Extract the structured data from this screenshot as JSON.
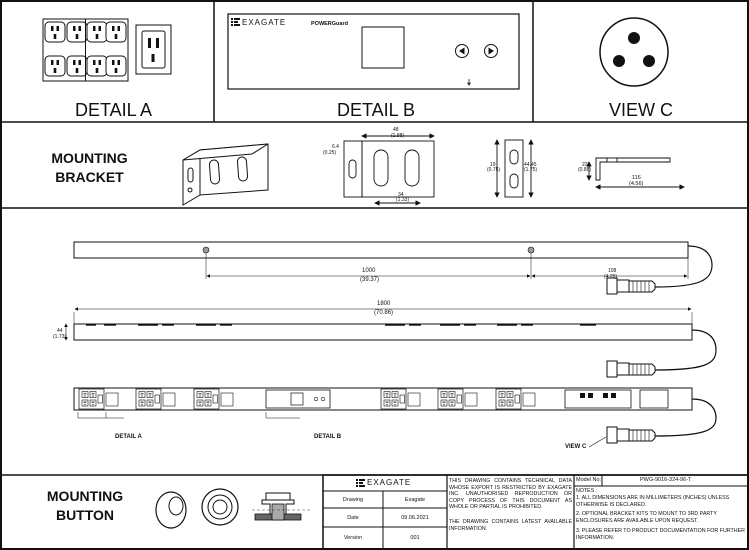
{
  "headers": {
    "detail_a": "DETAIL A",
    "detail_b": "DETAIL B",
    "view_c": "VIEW C",
    "mounting_bracket": "MOUNTING BRACKET",
    "mounting_button": "MOUNTING BUTTON"
  },
  "panel": {
    "brand": "EXAGATE",
    "product": "POWERGuard"
  },
  "bracket_dims": {
    "width": "48",
    "width_in": "(1.88)",
    "hole": "6.4",
    "hole_in": "(0.25)",
    "base": "34",
    "base_in": "(1.33)",
    "height": "19",
    "height_in": "(0.75)",
    "side_h": "44.45",
    "side_h_in": "(1.75)",
    "thick": "22",
    "thick_in": "(0.86)",
    "length": "116",
    "length_in": "(4.56)"
  },
  "pdu_dims": {
    "mount_spacing": "1000",
    "mount_spacing_in": "(39.37)",
    "end_offset": "108",
    "end_offset_in": "(4.25)",
    "overall_length": "1800",
    "overall_length_in": "(70.86)",
    "height": "44",
    "height_in": "(1.73)"
  },
  "callouts": {
    "detail_a": "DETAIL A",
    "detail_b": "DETAIL B",
    "view_c": "VIEW C"
  },
  "title_block": {
    "brand": "EXAGATE",
    "drawing_label": "Drawing",
    "drawing_value": "Exagate",
    "date_label": "Date",
    "date_value": "09.06.2021",
    "version_label": "Version",
    "version_value": "001",
    "model_label": "Model No:",
    "model_value": "PWG-9016-324-96-T",
    "disclaimer": "THIS DRAWING CONTAINS TECHNICAL DATA WHOSE EXPORT IS RESTRICTED BY EXAGATE INC. UNAUTHORISED REPRODUCTION OR COPY PROCESS OF THIS DOCUMENT AS WHOLE OR PARTIAL IS PROHIBITED.",
    "disclaimer2": "THE DRAWING CONTAINS LATEST AVAILABLE INFORMATION.",
    "notes_title": "NOTES :",
    "notes": [
      "1. ALL DIMENSIONS ARE IN MILLIMETERS (INCHES) UNLESS OTHERWISE IS DECLARED.",
      "2. OPTIONAL BRACKET KITS TO MOUNT TO 3RD PARTY ENCLOSURES ARE AVAILABLE UPON REQUEST.",
      "3. PLEASE REFER TO PRODUCT DOCUMENTATION FOR FURTHER INFORMATION."
    ]
  }
}
